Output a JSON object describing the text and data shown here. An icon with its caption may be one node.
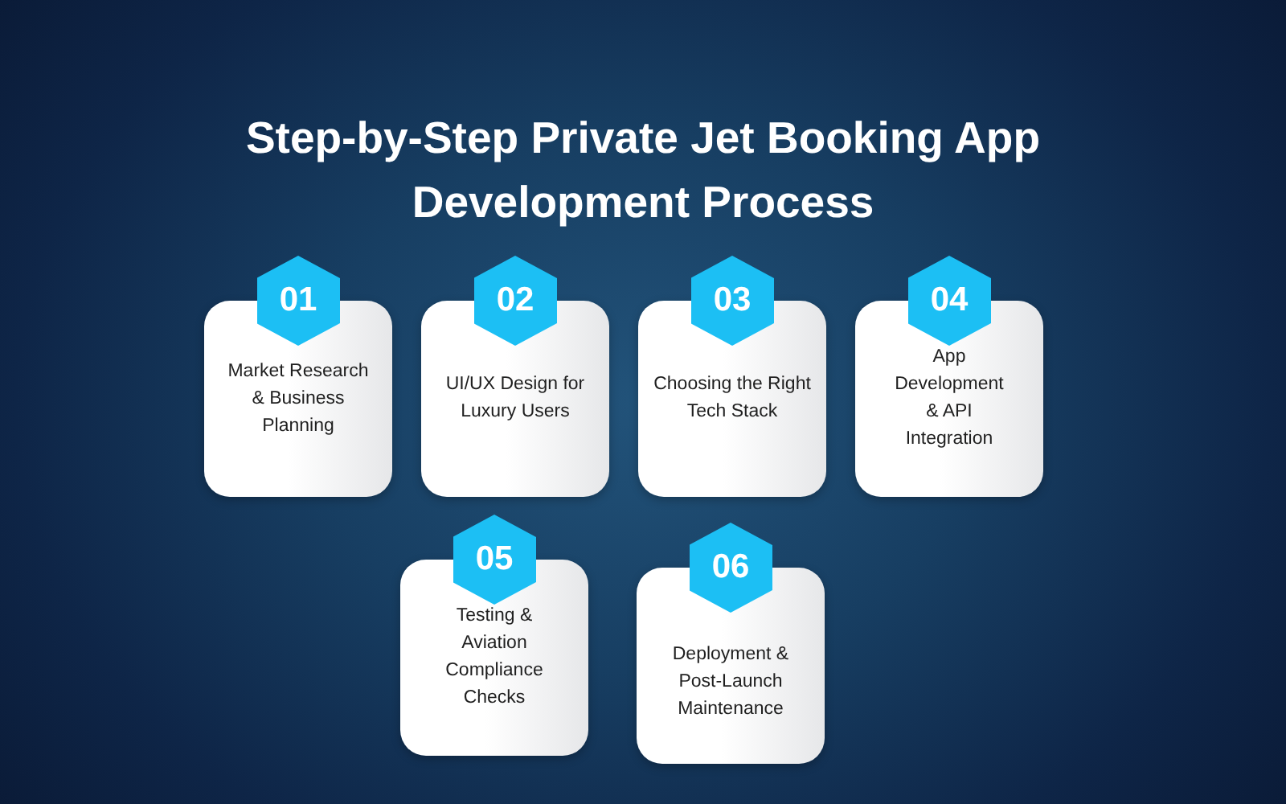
{
  "diagram": {
    "title": "Step-by-Step Private Jet Booking App Development Process",
    "nodes": [
      {
        "text": [
          "01",
          "Market Research & Business Planning"
        ]
      },
      {
        "text": [
          "02",
          "UI/UX Design for Luxury Users"
        ]
      },
      {
        "text": [
          "03",
          "Choosing the Right Tech Stack"
        ]
      },
      {
        "text": [
          "04",
          "App Development & API Integration"
        ]
      },
      {
        "text": [
          "05",
          "Testing & Aviation Compliance Checks"
        ]
      },
      {
        "text": [
          "06",
          "Deployment & Post-Launch Maintenance"
        ]
      }
    ],
    "edges": []
  }
}
